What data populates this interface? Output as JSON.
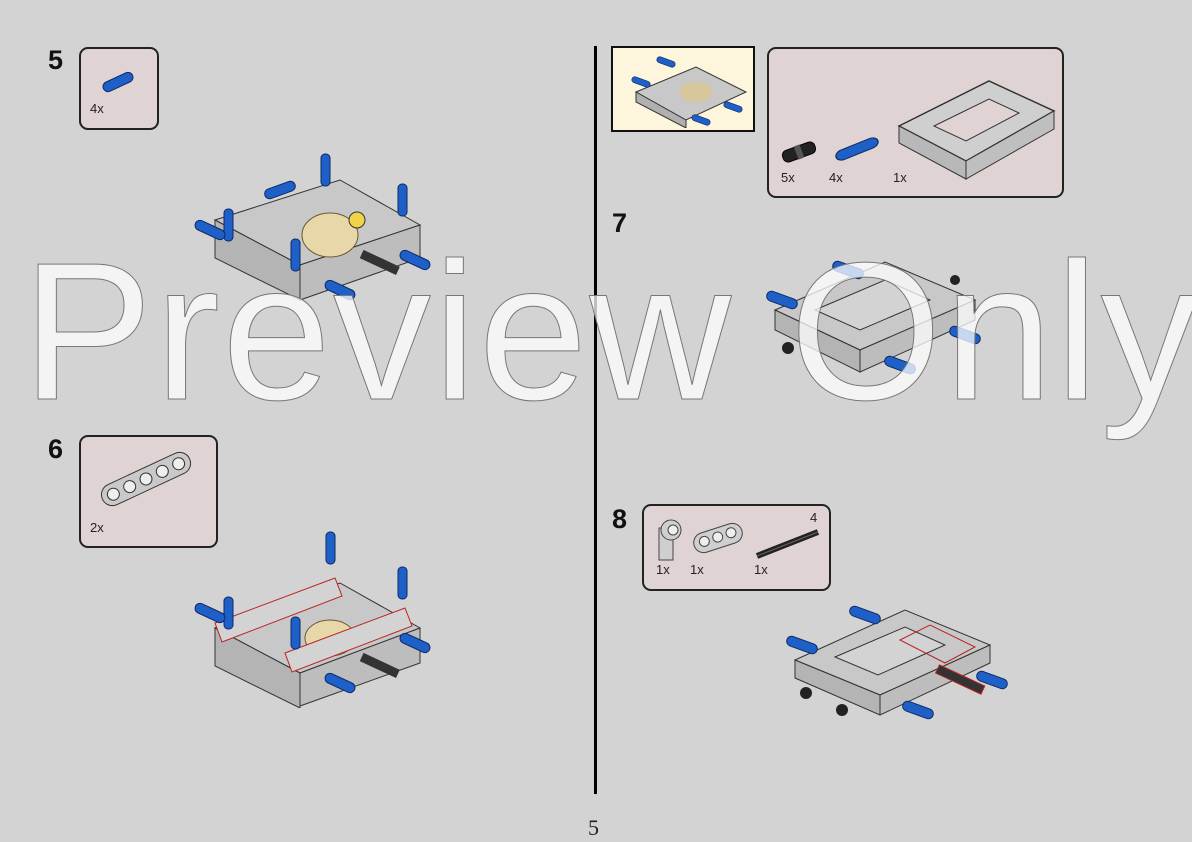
{
  "page_number": "5",
  "watermark": "Preview Only",
  "steps": [
    {
      "number": "5",
      "parts": [
        {
          "part": "blue-axle-pin",
          "quantity": "4x"
        }
      ]
    },
    {
      "number": "6",
      "parts": [
        {
          "part": "gray-beam-5",
          "quantity": "2x"
        }
      ]
    },
    {
      "number": "7",
      "parts": [
        {
          "part": "black-friction-pin",
          "quantity": "5x"
        },
        {
          "part": "blue-axle-pin",
          "quantity": "4x"
        },
        {
          "part": "gray-open-frame",
          "quantity": "1x"
        }
      ]
    },
    {
      "number": "8",
      "parts": [
        {
          "part": "gray-axle-connector",
          "quantity": "1x"
        },
        {
          "part": "gray-beam-3",
          "quantity": "1x"
        },
        {
          "part": "black-axle",
          "quantity": "1x",
          "length_label": "4"
        }
      ]
    }
  ],
  "colors": {
    "background": "#d3d3d3",
    "parts_box": "#e0d3d3",
    "callout": "#fdf5dc",
    "blue": "#1f5fc8",
    "gray_part": "#c9c9c9"
  }
}
